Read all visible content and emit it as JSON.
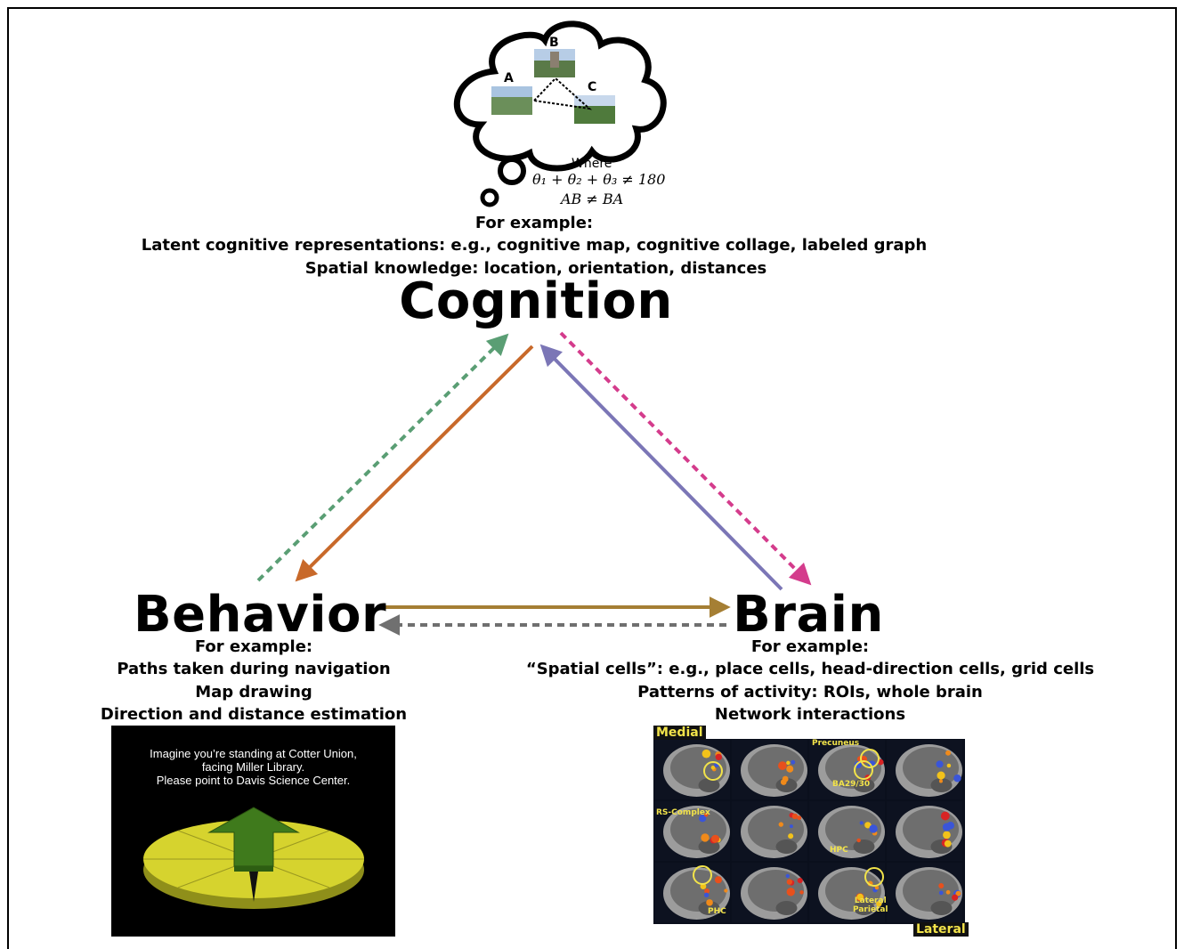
{
  "cognition": {
    "title": "Cognition",
    "thought_cloud": {
      "points": [
        "A",
        "B",
        "C"
      ],
      "where_label": "Where",
      "equation_1": "θ₁ + θ₂ + θ₃ ≠ 180",
      "equation_2": "AB ≠ BA"
    },
    "examples_heading": "For example:",
    "examples": [
      "Latent cognitive representations: e.g., cognitive map, cognitive collage, labeled graph",
      "Spatial knowledge: location, orientation, distances"
    ]
  },
  "behavior": {
    "title": "Behavior",
    "examples_heading": "For example:",
    "examples": [
      "Paths taken during navigation",
      "Map drawing",
      "Direction and distance estimation"
    ],
    "task_prompt": [
      "Imagine you’re standing at Cotter Union,",
      "facing Miller Library.",
      "Please point to Davis Science Center."
    ]
  },
  "brain": {
    "title": "Brain",
    "examples_heading": "For example:",
    "examples": [
      "“Spatial cells”: e.g., place cells, head-direction cells, grid cells",
      "Patterns of activity: ROIs, whole brain",
      "Network interactions"
    ],
    "panel_labels": {
      "medial": "Medial",
      "lateral": "Lateral",
      "precuneus": "Precuneus",
      "ba": "BA29/30",
      "rs_complex": "RS-Complex",
      "hpc": "HPC",
      "phc": "PHC",
      "lateral_parietal_1": "Lateral",
      "lateral_parietal_2": "Parietal"
    }
  },
  "arrows": [
    {
      "from": "behavior",
      "to": "cognition",
      "style": "dashed",
      "color": "#5a9e74"
    },
    {
      "from": "cognition",
      "to": "behavior",
      "style": "solid",
      "color": "#c8692a"
    },
    {
      "from": "brain",
      "to": "cognition",
      "style": "solid",
      "color": "#7b76b6"
    },
    {
      "from": "cognition",
      "to": "brain",
      "style": "dashed",
      "color": "#d43c8c"
    },
    {
      "from": "behavior",
      "to": "brain",
      "style": "solid",
      "color": "#a57f34"
    },
    {
      "from": "brain",
      "to": "behavior",
      "style": "dashed",
      "color": "#707070"
    }
  ]
}
